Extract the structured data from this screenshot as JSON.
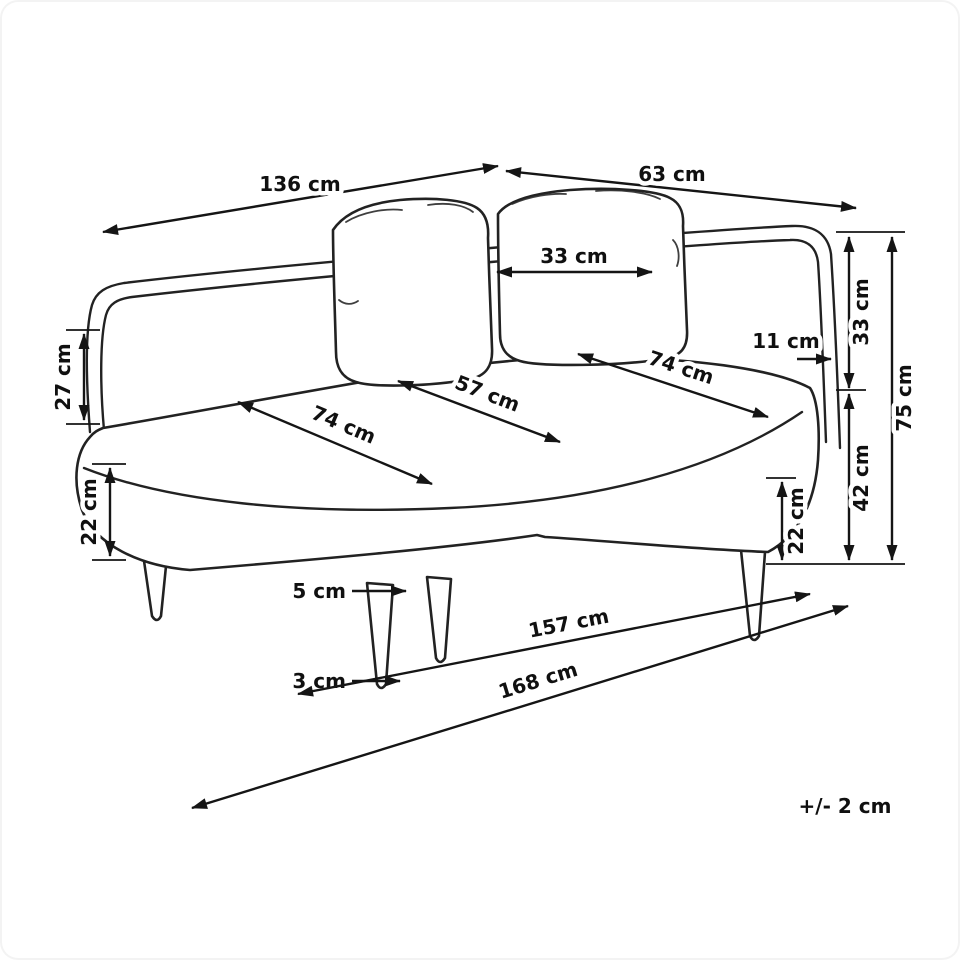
{
  "diagram": {
    "subject": "chaise-longue-dimension-drawing",
    "unit": "cm",
    "tolerance_note": "+/- 2 cm",
    "dimensions": {
      "back_width": "136 cm",
      "side_width": "63 cm",
      "cushion_width": "33 cm",
      "backrest_thickness": "11 cm",
      "backrest_height": "33 cm",
      "overall_height": "75 cm",
      "backrest_side_height": "27 cm",
      "seat_depth_left": "74 cm",
      "seat_depth_center": "57 cm",
      "seat_depth_right": "74 cm",
      "seat_height": "42 cm",
      "base_height": "22 cm",
      "leg_height": "22 cm",
      "leg_width_top": "5 cm",
      "leg_width_bottom": "3 cm",
      "seat_length": "157 cm",
      "overall_length": "168 cm"
    }
  }
}
